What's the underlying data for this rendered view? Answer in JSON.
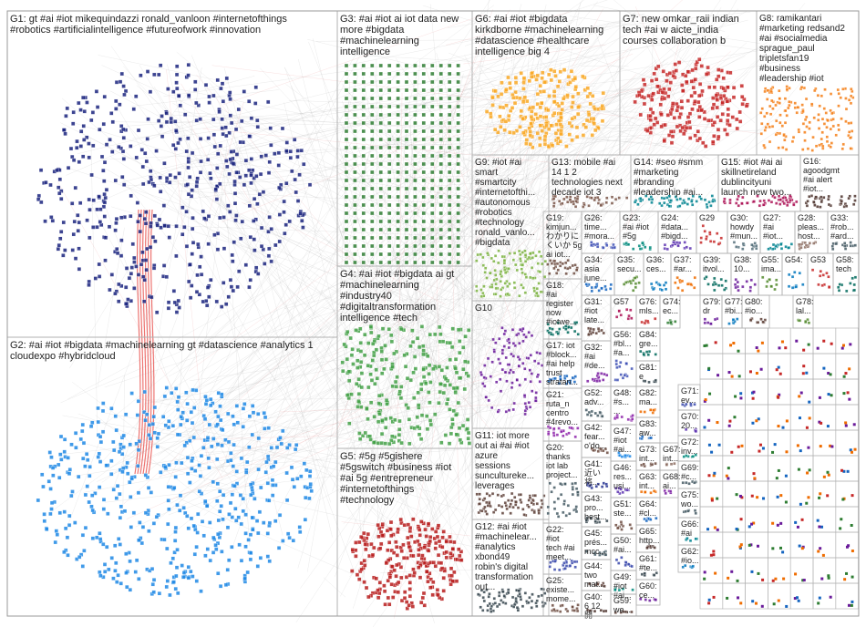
{
  "groups": [
    {
      "id": "G1",
      "text": [
        "G1: gt #ai #iot mikequindazzi ronald_vanloon #internetofthings",
        "#robotics #artificialintelligence #futureofwork #innovation"
      ],
      "color": "#1a237e"
    },
    {
      "id": "G2",
      "text": [
        "G2: #ai #iot #bigdata #machinelearning gt #datascience #analytics 1",
        "cloudexpo #hybridcloud"
      ],
      "color": "#1e88e5"
    },
    {
      "id": "G3",
      "text": [
        "G3: #ai #iot ai iot data new",
        "more #bigdata",
        "#machinelearning",
        "intelligence"
      ],
      "color": "#2e7d32"
    },
    {
      "id": "G4",
      "text": [
        "G4: #ai #iot #bigdata ai gt",
        "#machinelearning",
        "#industry40",
        "#digitaltransformation",
        "intelligence #tech"
      ],
      "color": "#43a047"
    },
    {
      "id": "G5",
      "text": [
        "G5: #5g #5gishere",
        "#5gswitch #business #iot",
        "#ai 5g #entrepreneur",
        "#internetofthings",
        "#technology"
      ],
      "color": "#b71c1c"
    },
    {
      "id": "G6",
      "text": [
        "G6: #ai #iot #bigdata",
        "kirkdborne #machinelearning",
        "#datascience #healthcare",
        "intelligence big 4"
      ],
      "color": "#f9a825"
    },
    {
      "id": "G7",
      "text": [
        "G7: new omkar_raii indian",
        "tech #ai w aicte_india",
        "courses collaboration b"
      ],
      "color": "#c62828"
    },
    {
      "id": "G8",
      "text": [
        "G8: ramikantari",
        "#marketing redsand2",
        "#ai #socialmedia",
        "sprague_paul",
        "tripletsfan19",
        "#business",
        "#leadership #iot"
      ],
      "color": "#f57f17"
    },
    {
      "id": "G9",
      "text": [
        "G9: #iot #ai",
        "smart",
        "#smartcity",
        "#internetofthi...",
        "#autonomous",
        "#robotics",
        "#technology",
        "ronald_vanlo...",
        "#bigdata"
      ],
      "color": "#7cb342"
    },
    {
      "id": "G10",
      "text": [
        "G10"
      ],
      "color": "#6a1b9a"
    },
    {
      "id": "G11",
      "text": [
        "G11: iot more",
        "out ai #ai #iot",
        "azure",
        "sessions",
        "suncultureke...",
        "leverages"
      ],
      "color": "#5d4037"
    },
    {
      "id": "G12",
      "text": [
        "G12: #ai #iot",
        "#machinelear...",
        "#analytics",
        "xbond49",
        "robin's digital",
        "transformation",
        "out..."
      ],
      "color": "#37474f"
    },
    {
      "id": "G13",
      "text": [
        "G13: mobile #ai",
        "14 1 2",
        "technologies next",
        "decade iot 3"
      ],
      "color": "#795548"
    },
    {
      "id": "G14",
      "text": [
        "G14: #seo #smm",
        "#marketing",
        "#branding",
        "#leadership #ai..."
      ],
      "color": "#00838f"
    },
    {
      "id": "G15",
      "text": [
        "G15: #iot #ai ai",
        "skillnetireland",
        "dublincityuni",
        "launch new two..."
      ],
      "color": "#ad1457"
    },
    {
      "id": "G16",
      "text": [
        "G16:",
        "agoodgmt",
        "#ai alert",
        "#iot..."
      ],
      "color": "#4e342e"
    },
    {
      "id": "G17",
      "text": [
        "G17: iot",
        "#block...",
        "#ai help",
        "trust",
        "stratan..."
      ],
      "color": "#1565c0"
    },
    {
      "id": "G18",
      "text": [
        "G18:",
        "#ai",
        "register",
        "now",
        "#iotwe..."
      ],
      "color": "#00695c"
    },
    {
      "id": "G19",
      "text": [
        "G19:",
        "kimjun...",
        "わかりに",
        "くいか 5g",
        "ai iot..."
      ],
      "color": "#6d4c41"
    },
    {
      "id": "G20",
      "text": [
        "G20:",
        "thanks",
        "iot lab",
        "project..."
      ],
      "color": "#455a64"
    },
    {
      "id": "G21",
      "text": [
        "G21:",
        "ruta_n",
        "centro",
        "#4revo..."
      ],
      "color": "#8e24aa"
    },
    {
      "id": "G22",
      "text": [
        "G22:",
        "#iot",
        "tech #ai",
        "meet..."
      ],
      "color": "#3949ab"
    },
    {
      "id": "G23",
      "text": [
        "G23:",
        "#ai #iot",
        "#5g"
      ],
      "color": "#00897b"
    },
    {
      "id": "G24",
      "text": [
        "G24:",
        "#data...",
        "#bigd..."
      ],
      "color": "#5e35b1"
    },
    {
      "id": "G25",
      "text": [
        "G25:",
        "existe...",
        "mome..."
      ],
      "color": "#6d4c41"
    },
    {
      "id": "G26",
      "text": [
        "G26:",
        "time...",
        "#mora..."
      ],
      "color": "#3f51b5"
    },
    {
      "id": "G27",
      "text": [
        "G27:",
        "#ai",
        "#iot..."
      ],
      "color": "#00838f"
    },
    {
      "id": "G28",
      "text": [
        "G28:",
        "pleas...",
        "host..."
      ],
      "color": "#8d6e63"
    },
    {
      "id": "G29",
      "text": [
        "G29"
      ],
      "color": "#c62828"
    },
    {
      "id": "G30",
      "text": [
        "G30:",
        "howdy",
        "#mun..."
      ],
      "color": "#546e7a"
    },
    {
      "id": "G31",
      "text": [
        "G31:",
        "#iot",
        "late..."
      ],
      "color": "#5d4037"
    },
    {
      "id": "G32",
      "text": [
        "G32:",
        "#ai",
        "#de..."
      ],
      "color": "#7b1fa2"
    },
    {
      "id": "G33",
      "text": [
        "G33:",
        "#rob...",
        "#ard..."
      ],
      "color": "#455a64"
    },
    {
      "id": "G34",
      "text": [
        "G34:",
        "asia",
        "june..."
      ],
      "color": "#1565c0"
    },
    {
      "id": "G35",
      "text": [
        "G35:",
        "secu..."
      ],
      "color": "#558b2f"
    },
    {
      "id": "G36",
      "text": [
        "G36:",
        "ces..."
      ],
      "color": "#0277bd"
    },
    {
      "id": "G37",
      "text": [
        "G37:",
        "#ar..."
      ],
      "color": "#ef6c00"
    },
    {
      "id": "G38",
      "text": [
        "G38:",
        "10..."
      ],
      "color": "#6a1b9a"
    },
    {
      "id": "G39",
      "text": [
        "G39:",
        "itvol..."
      ],
      "color": "#00695c"
    },
    {
      "id": "G40",
      "text": [
        "G40:",
        "6 12",
        "開"
      ],
      "color": "#4e342e"
    },
    {
      "id": "G41",
      "text": [
        "G41:",
        "近い",
        "将..."
      ],
      "color": "#283593"
    },
    {
      "id": "G42",
      "text": [
        "G42:",
        "fear...",
        "o'do..."
      ],
      "color": "#6d4c41"
    },
    {
      "id": "G43",
      "text": [
        "G43:",
        "pro...",
        "best..."
      ],
      "color": "#37474f"
    },
    {
      "id": "G44",
      "text": [
        "G44:",
        "two",
        "mat..."
      ],
      "color": "#5d4037"
    },
    {
      "id": "G45",
      "text": [
        "G45:",
        "prés...",
        "mcc..."
      ],
      "color": "#455a64"
    },
    {
      "id": "G46",
      "text": [
        "G46:",
        "res...",
        "usi..."
      ],
      "color": "#5e35b1"
    },
    {
      "id": "G47",
      "text": [
        "G47:",
        "#iot",
        "#ai..."
      ],
      "color": "#1e88e5"
    },
    {
      "id": "G48",
      "text": [
        "G48:",
        "#s...",
        "..."
      ],
      "color": "#8e24aa"
    },
    {
      "id": "G49",
      "text": [
        "G49:",
        "#iot",
        "#ai..."
      ],
      "color": "#00897b"
    },
    {
      "id": "G50",
      "text": [
        "G50:",
        "#ai..."
      ],
      "color": "#3949ab"
    },
    {
      "id": "G51",
      "text": [
        "G51:",
        "ste..."
      ],
      "color": "#6d4c41"
    },
    {
      "id": "G52",
      "text": [
        "G52:",
        "adv..."
      ],
      "color": "#455a64"
    },
    {
      "id": "G53",
      "text": [
        "G53"
      ],
      "color": "#c62828"
    },
    {
      "id": "G54",
      "text": [
        "G54:"
      ],
      "color": "#0277bd"
    },
    {
      "id": "G55",
      "text": [
        "G55:",
        "ima..."
      ],
      "color": "#558b2f"
    },
    {
      "id": "G56",
      "text": [
        "G56:",
        "#bl...",
        "#a..."
      ],
      "color": "#3f51b5"
    },
    {
      "id": "G57",
      "text": [
        "G57"
      ],
      "color": "#ad1457"
    },
    {
      "id": "G58",
      "text": [
        "G58:",
        "tech"
      ],
      "color": "#00695c"
    },
    {
      "id": "G59",
      "text": [
        "G59:",
        "we..."
      ],
      "color": "#5d4037"
    },
    {
      "id": "G60",
      "text": [
        "G60:",
        "ce..."
      ],
      "color": "#6a1b9a"
    },
    {
      "id": "G61",
      "text": [
        "G61:",
        "#te..."
      ],
      "color": "#37474f"
    },
    {
      "id": "G62",
      "text": [
        "G62:",
        "#io..."
      ],
      "color": "#0277bd"
    },
    {
      "id": "G63",
      "text": [
        "G63:",
        "int..."
      ],
      "color": "#ef6c00"
    },
    {
      "id": "G64",
      "text": [
        "G64:",
        "#cl..."
      ],
      "color": "#1565c0"
    },
    {
      "id": "G65",
      "text": [
        "G65:",
        "http..."
      ],
      "color": "#4e342e"
    },
    {
      "id": "G66",
      "text": [
        "G66:",
        "#ai"
      ],
      "color": "#00838f"
    },
    {
      "id": "G67",
      "text": [
        "G67:",
        "int..."
      ],
      "color": "#8d6e63"
    },
    {
      "id": "G68",
      "text": [
        "G68:",
        "ai..."
      ],
      "color": "#7b1fa2"
    },
    {
      "id": "G69",
      "text": [
        "G69:",
        "#c..."
      ],
      "color": "#455a64"
    },
    {
      "id": "G70",
      "text": [
        "G70:",
        "20..."
      ],
      "color": "#5e35b1"
    },
    {
      "id": "G71",
      "text": [
        "G71:",
        "ev..."
      ],
      "color": "#3949ab"
    },
    {
      "id": "G72",
      "text": [
        "G72:",
        "inv..."
      ],
      "color": "#00897b"
    },
    {
      "id": "G73",
      "text": [
        "G73:",
        "int..."
      ],
      "color": "#6d4c41"
    },
    {
      "id": "G74",
      "text": [
        "G74:",
        "ec..."
      ],
      "color": "#2e7d32"
    },
    {
      "id": "G75",
      "text": [
        "G75:",
        "wo..."
      ],
      "color": "#455a64"
    },
    {
      "id": "G76",
      "text": [
        "G76:",
        "mls..."
      ],
      "color": "#c62828"
    },
    {
      "id": "G77",
      "text": [
        "G77:",
        "#bi..."
      ],
      "color": "#0277bd"
    },
    {
      "id": "G78",
      "text": [
        "G78:",
        "lal..."
      ],
      "color": "#558b2f"
    },
    {
      "id": "G79",
      "text": [
        "G79:",
        "dr"
      ],
      "color": "#6a1b9a"
    },
    {
      "id": "G80",
      "text": [
        "G80:",
        "#io..."
      ],
      "color": "#5d4037"
    },
    {
      "id": "G81",
      "text": [
        "G81:",
        "e"
      ],
      "color": "#37474f"
    },
    {
      "id": "G82",
      "text": [
        "G82:",
        "ma..."
      ],
      "color": "#ef6c00"
    },
    {
      "id": "G83",
      "text": [
        "G83:",
        "aw..."
      ],
      "color": "#1565c0"
    },
    {
      "id": "G84",
      "text": [
        "G84:",
        "gre..."
      ],
      "color": "#00695c"
    }
  ]
}
